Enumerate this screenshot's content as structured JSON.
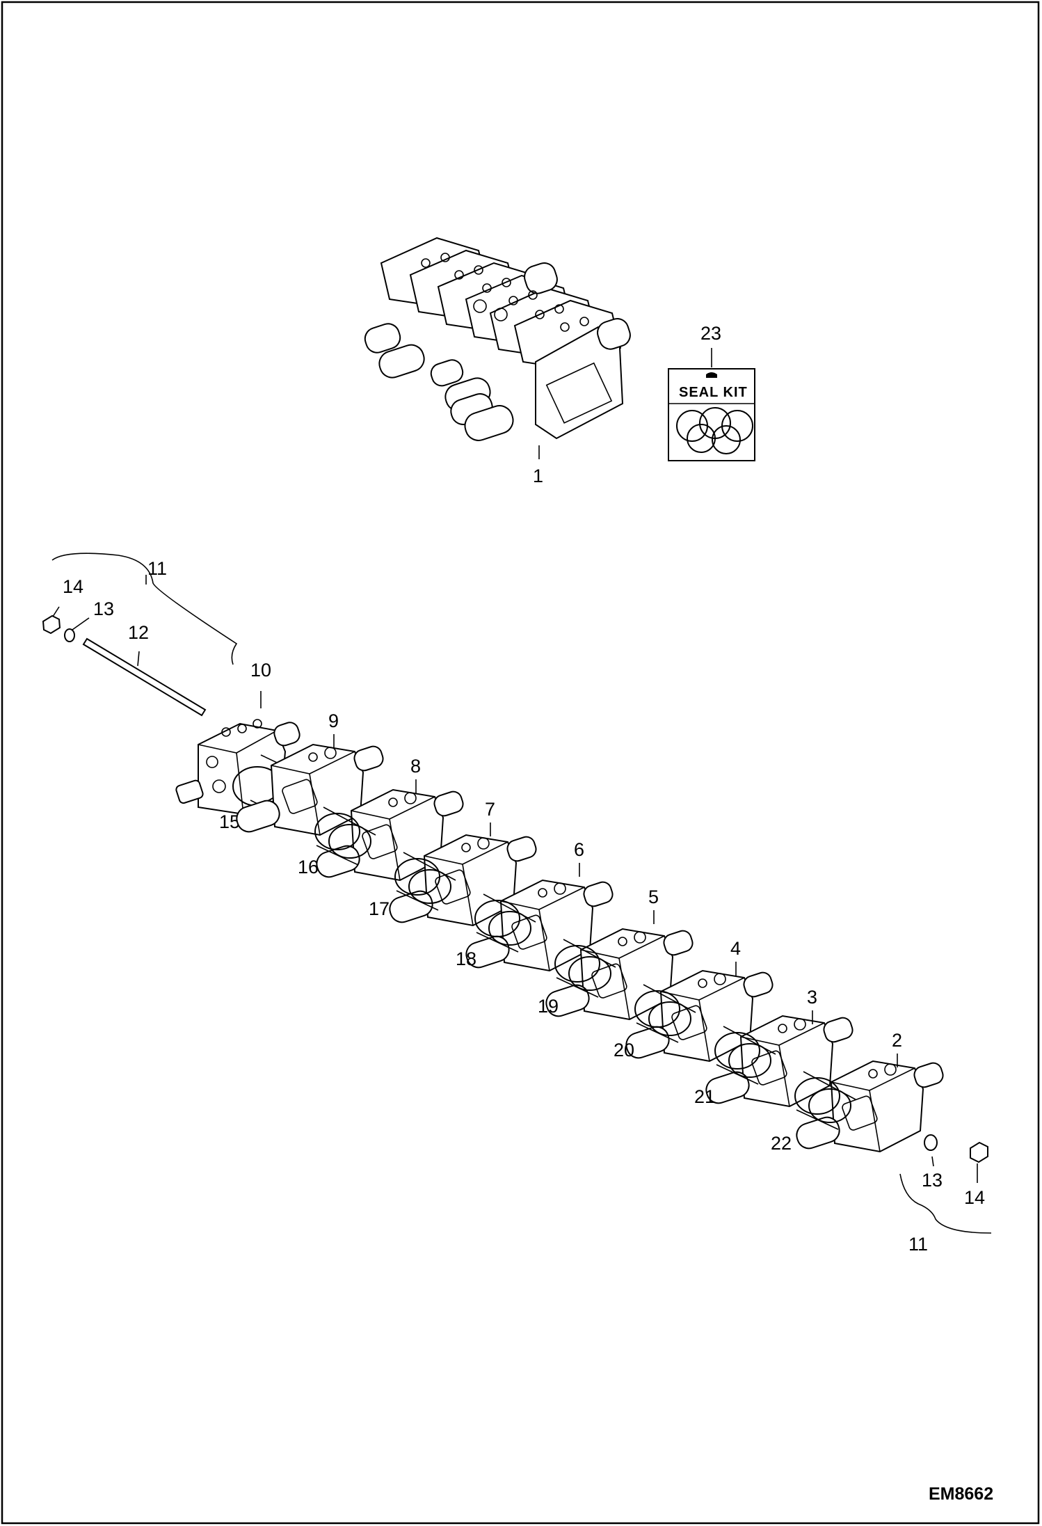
{
  "drawing_code": "EM8662",
  "seal_kit": {
    "item_number": "23",
    "label": "SEAL KIT"
  },
  "assembly": {
    "item_number": "1"
  },
  "tie_rod_group_left": {
    "group_number": "11",
    "rod_number": "12",
    "washer_number": "13",
    "nut_number": "14"
  },
  "tie_rod_group_right": {
    "group_number": "11",
    "washer_number": "13",
    "nut_number": "14"
  },
  "sections": [
    "10",
    "9",
    "8",
    "7",
    "6",
    "5",
    "4",
    "3",
    "2"
  ],
  "o_ring_sets": [
    "15",
    "16",
    "17",
    "18",
    "19",
    "20",
    "21",
    "22"
  ]
}
